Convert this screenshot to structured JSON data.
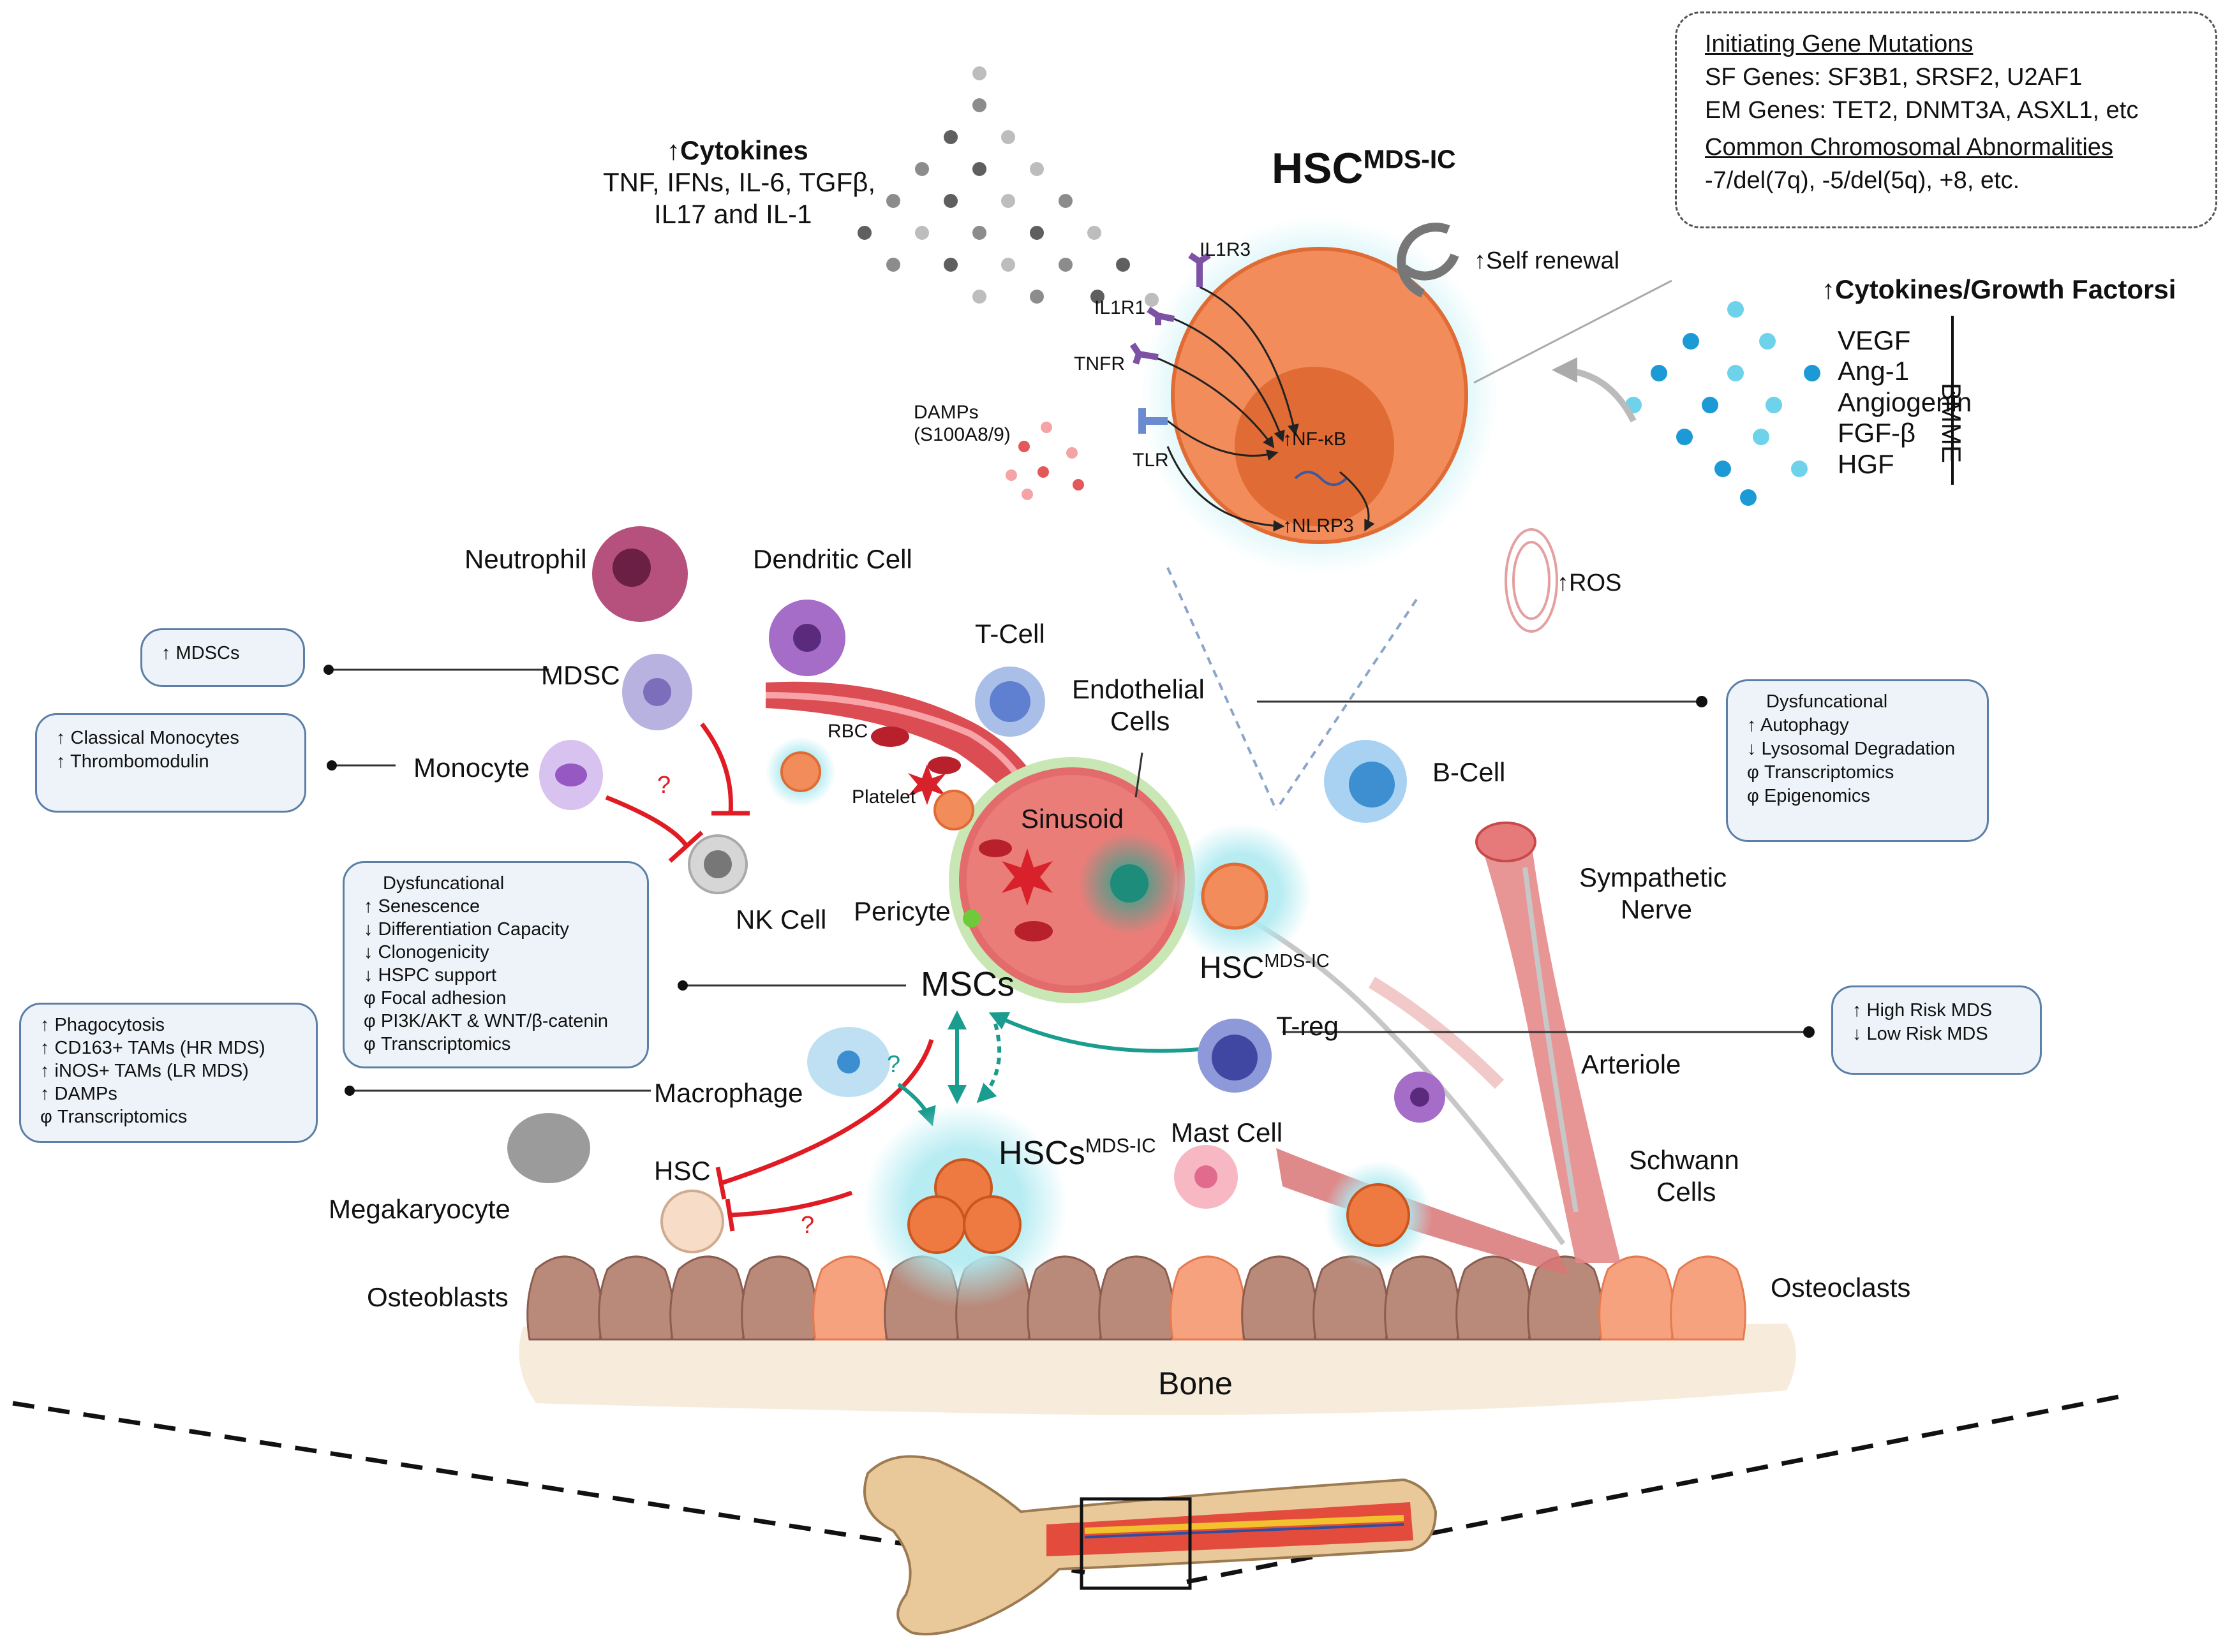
{
  "top": {
    "cytokines_title": "↑Cytokines",
    "cytokines_line1": "TNF, IFNs, IL-6, TGFβ,",
    "cytokines_line2": "IL17 and IL-1",
    "hsc_title_main": "HSC",
    "hsc_title_sup": "MDS-IC",
    "self_renewal": "↑Self renewal",
    "receptors": [
      "IL1R3",
      "IL1R1",
      "TNFR",
      "TLR"
    ],
    "damps_line1": "DAMPs",
    "damps_line2": "(S100A8/9)",
    "nfkb": "↑NF-κB",
    "nlrp3": "↑NLRP3",
    "ros": "↑ROS"
  },
  "gene_box": {
    "title1": "Initiating Gene Mutations",
    "line1": "SF Genes: SF3B1, SRSF2, U2AF1",
    "line2": "EM Genes: TET2, DNMT3A, ASXL1, etc",
    "title2": "Common Chromosomal Abnormalities",
    "line3": "-7/del(7q),  -5/del(5q), +8, etc."
  },
  "growth": {
    "title": "↑Cytokines/Growth Factorsi",
    "items": [
      "VEGF",
      "Ang-1",
      "Angiogenin",
      "FGF-β",
      "HGF"
    ],
    "bmme": "BMME"
  },
  "cells": {
    "neutrophil": "Neutrophil",
    "dendritic": "Dendritic Cell",
    "tcell": "T-Cell",
    "mdsc": "MDSC",
    "monocyte": "Monocyte",
    "rbc": "RBC",
    "platelet": "Platelet",
    "endothelial1": "Endothelial",
    "endothelial2": "Cells",
    "sinusoid": "Sinusoid",
    "bcell": "B-Cell",
    "nkcell": "NK Cell",
    "pericyte": "Pericyte",
    "hsc_mid_main": "HSC",
    "hsc_mid_sup": "MDS-IC",
    "sympathetic1": "Sympathetic",
    "sympathetic2": "Nerve",
    "mscs": "MSCs",
    "treg": "T-reg",
    "arteriole": "Arteriole",
    "macrophage": "Macrophage",
    "question1": "?",
    "question2": "?",
    "question3": "?",
    "megakaryocyte": "Megakaryocyte",
    "hsc": "HSC",
    "hscs_main": "HSCs",
    "hscs_sup": "MDS-IC",
    "mastcell": "Mast Cell",
    "schwann1": "Schwann",
    "schwann2": "Cells",
    "osteoblasts": "Osteoblasts",
    "osteoclasts": "Osteoclasts",
    "bone": "Bone"
  },
  "boxes": {
    "mdscs": [
      "↑ MDSCs"
    ],
    "monocytes": [
      "↑ Classical Monocytes",
      "↑ Thrombomodulin"
    ],
    "endothelial": [
      "Dysfuncational",
      "↑  Autophagy",
      "↓ Lysosomal Degradation",
      "φ  Transcriptomics",
      "φ   Epigenomics"
    ],
    "msc": [
      "Dysfuncational",
      "↑ Senescence",
      "↓ Differentiation Capacity",
      "↓ Clonogenicity",
      "↓ HSPC support",
      "φ Focal adhesion",
      "φ PI3K/AKT & WNT/β-catenin",
      "φ  Transcriptomics"
    ],
    "macrophage": [
      "↑ Phagocytosis",
      "↑ CD163+  TAMs  (HR MDS)",
      "↑ iNOS+ TAMs    (LR MDS)",
      "↑ DAMPs",
      "φ   Transcriptomics"
    ],
    "treg": [
      "↑ High Risk MDS",
      "↓ Low Risk MDS"
    ]
  },
  "colors": {
    "hsc_orange": "#f28c5a",
    "hsc_glow": "#bfeef3",
    "vessel_red": "#d9434a",
    "box_border": "#5b7fa6",
    "box_fill": "#eef3f9",
    "inhibit_red": "#e01b24",
    "teal_arrow": "#1a9c8e",
    "bone_fill": "#f7ecdc"
  }
}
